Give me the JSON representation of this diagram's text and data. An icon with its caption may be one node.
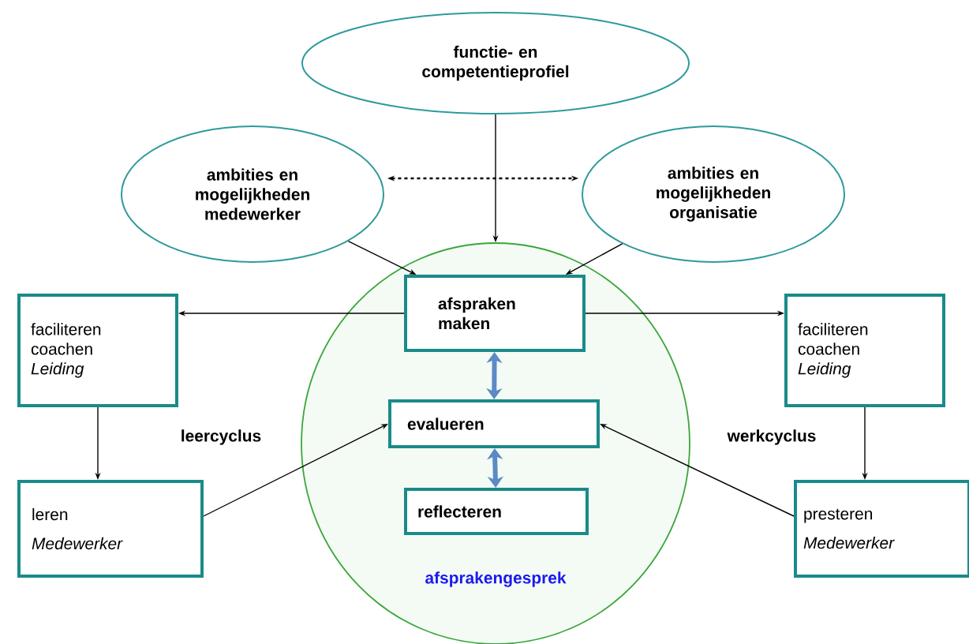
{
  "diagram": {
    "nodes": [
      {
        "text": [
          "functie- en competentieprofiel"
        ]
      },
      {
        "text": [
          "ambities en mogelijkheden medewerker"
        ]
      },
      {
        "text": [
          "ambities en mogelijkheden organisatie"
        ]
      },
      {
        "text": [
          "afsprakengesprek"
        ]
      },
      {
        "text": [
          "afspraken maken"
        ],
        "in": 3
      },
      {
        "text": [
          "evalueren"
        ],
        "in": 3
      },
      {
        "text": [
          "reflecteren"
        ],
        "in": 3
      },
      {
        "text": [
          "faciliteren coachen",
          "Leiding"
        ]
      },
      {
        "text": [
          "leren",
          "Medewerker"
        ]
      },
      {
        "text": [
          "faciliteren coachen",
          "Leiding"
        ]
      },
      {
        "text": [
          "presteren",
          "Medewerker"
        ]
      }
    ],
    "edges": [
      {
        "from": 0,
        "to": 3,
        "arrow": "to"
      },
      {
        "from": 1,
        "to": 2,
        "arrow": "both",
        "style": "dashed"
      },
      {
        "from": 1,
        "to": 4,
        "arrow": "to"
      },
      {
        "from": 2,
        "to": 4,
        "arrow": "to"
      },
      {
        "from": 4,
        "to": 7,
        "arrow": "to"
      },
      {
        "from": 4,
        "to": 9,
        "arrow": "to"
      },
      {
        "from": 4,
        "to": 5,
        "arrow": "both",
        "style": "thick",
        "color": "#5b8ac6"
      },
      {
        "from": 5,
        "to": 6,
        "arrow": "both",
        "style": "thick",
        "color": "#5b8ac6"
      },
      {
        "from": 7,
        "to": 8,
        "arrow": "to"
      },
      {
        "from": 9,
        "to": 10,
        "arrow": "to"
      },
      {
        "from": 8,
        "to": 5,
        "arrow": "to"
      },
      {
        "from": 10,
        "to": 5,
        "arrow": "to"
      }
    ],
    "labels": [
      "leercyclus",
      "werkcyclus"
    ]
  }
}
